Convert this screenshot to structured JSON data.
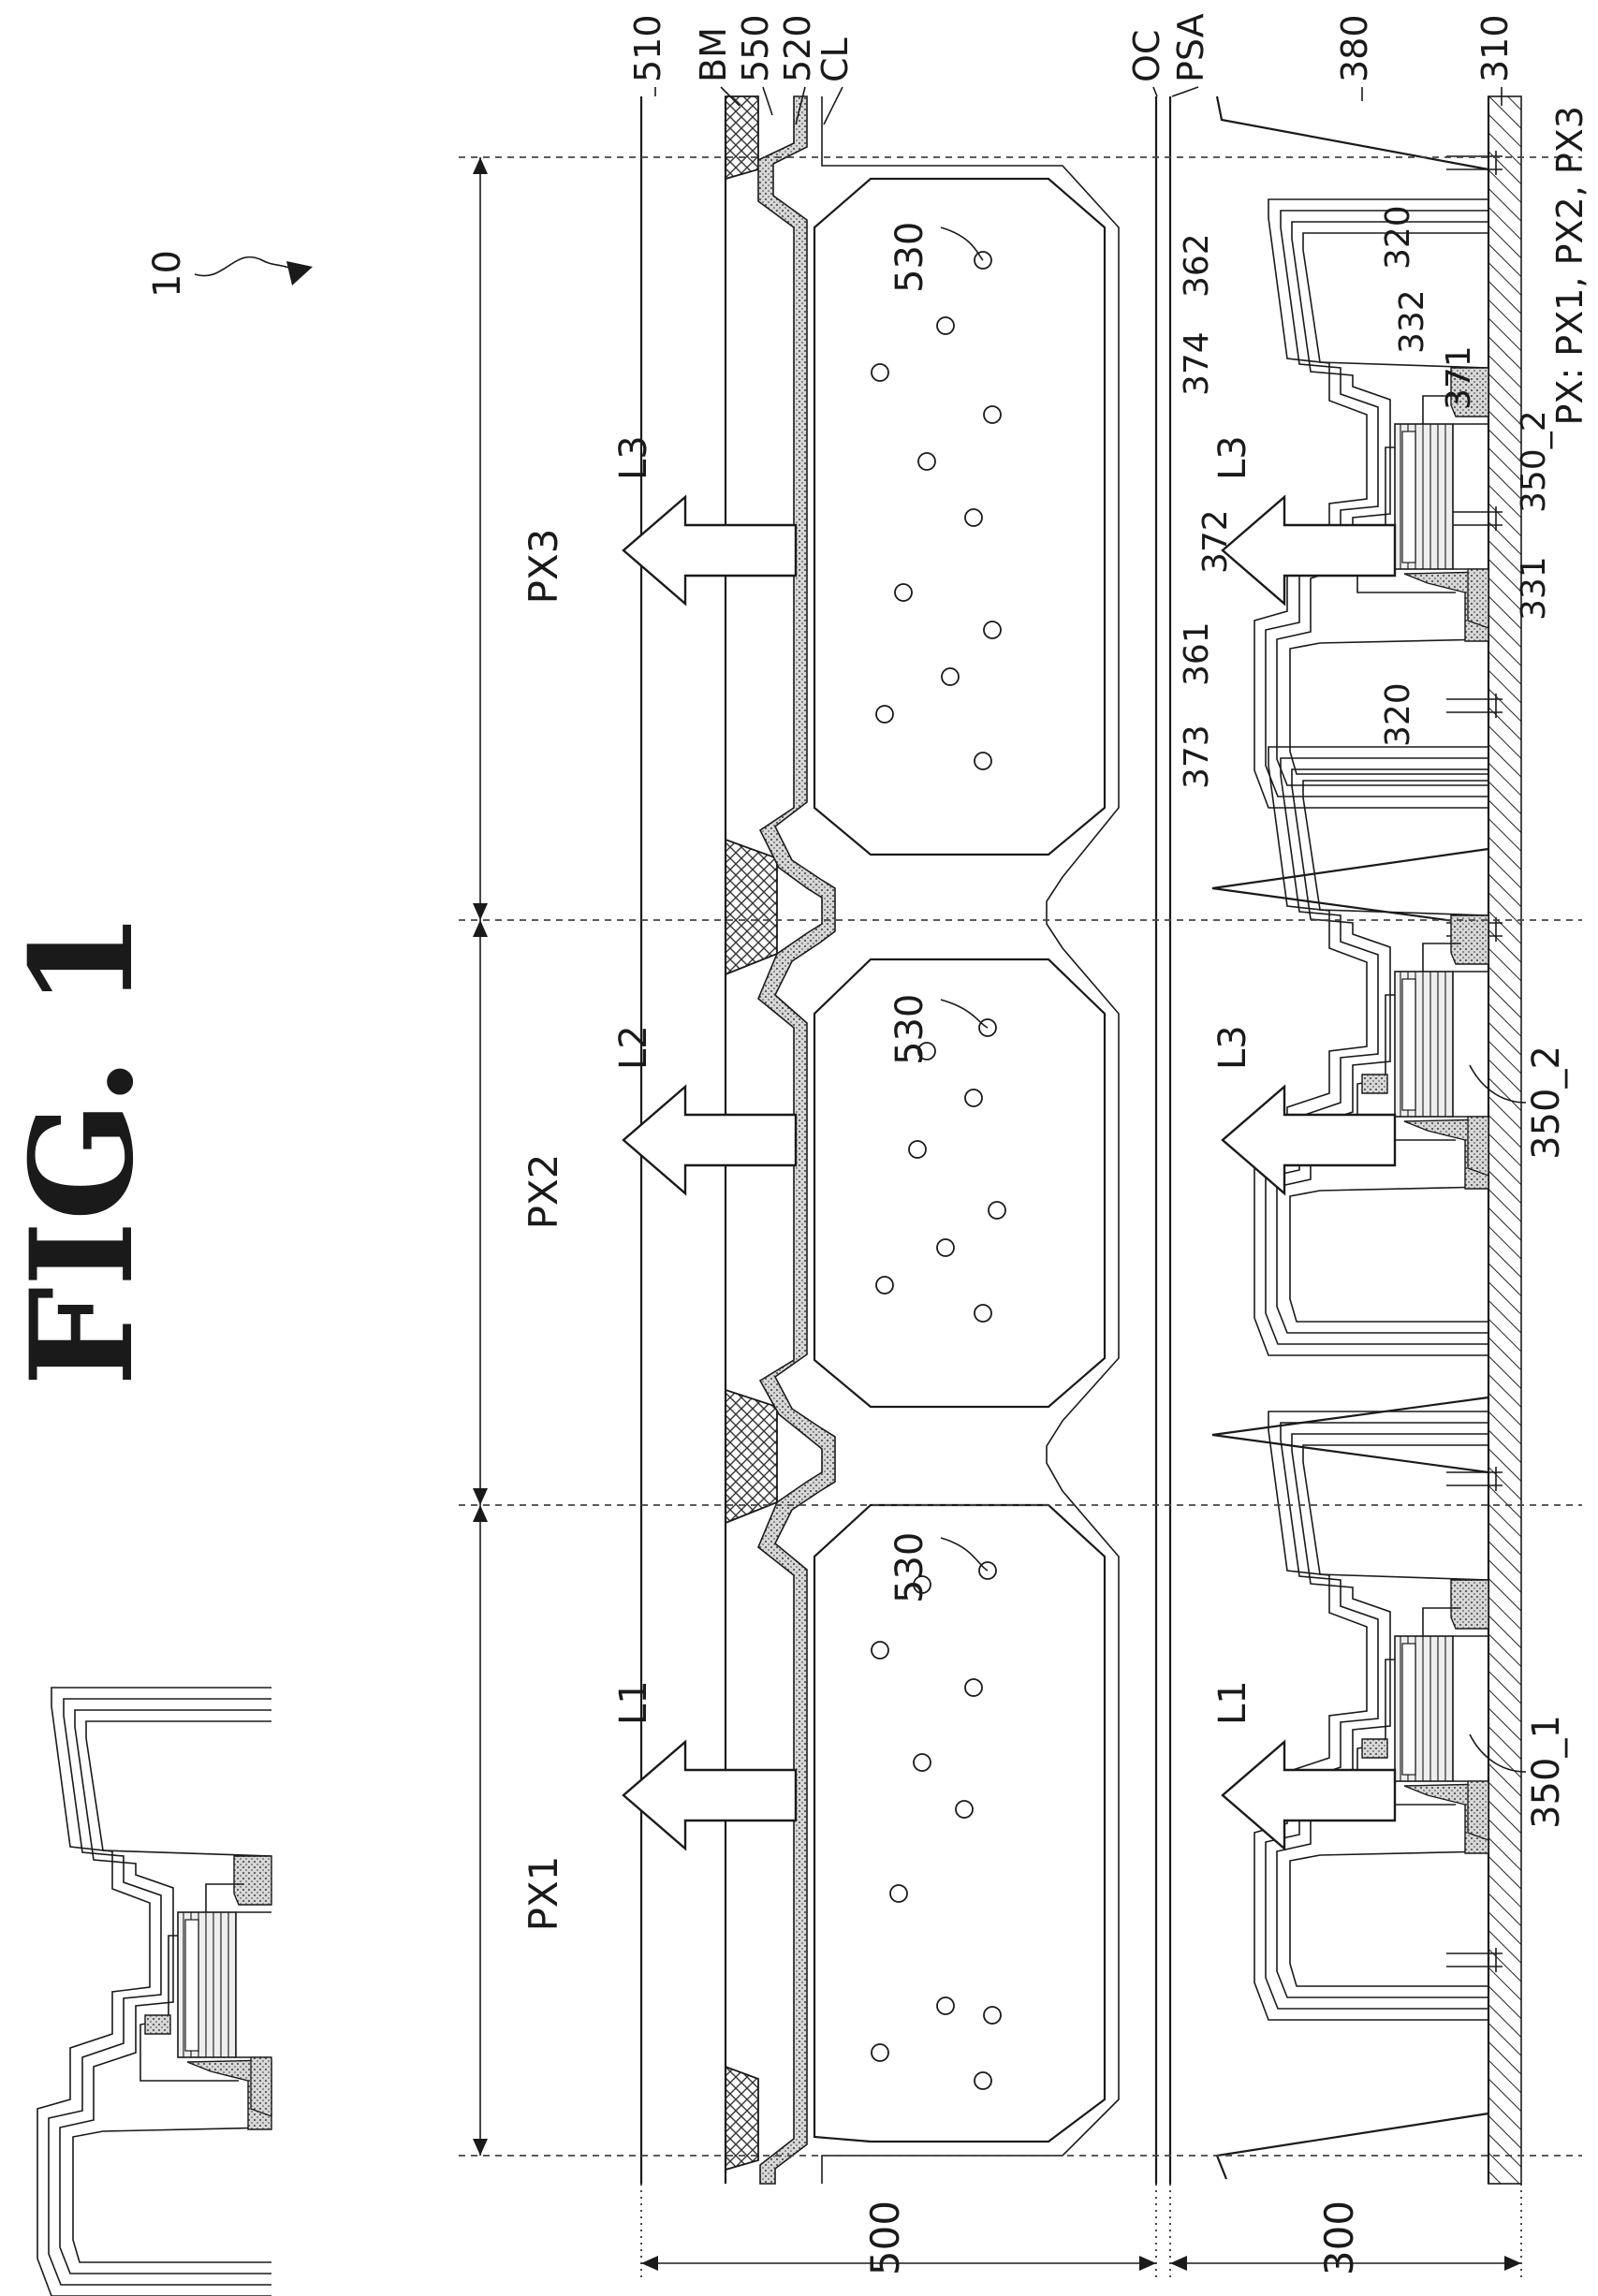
{
  "figure": {
    "title": "FIG. 1",
    "ref_device": "10",
    "legend_note": "PX: PX1, PX2, PX3"
  },
  "pixels": [
    {
      "id": "PX1",
      "upper_light": "L1",
      "lower_light": "L1",
      "emitter": "350_1"
    },
    {
      "id": "PX2",
      "upper_light": "L2",
      "lower_light": "L3",
      "emitter": "350_2"
    },
    {
      "id": "PX3",
      "upper_light": "L3",
      "lower_light": "L3",
      "emitter": "350_2"
    }
  ],
  "layer_labels": [
    "510",
    "BM",
    "550",
    "520",
    "CL",
    "OC",
    "PSA",
    "380",
    "310"
  ],
  "particle_label": "530",
  "stack_labels": {
    "upper": "500",
    "lower": "300"
  },
  "element_labels": [
    "362",
    "374",
    "320",
    "332",
    "371",
    "350_2",
    "372",
    "331",
    "361",
    "373",
    "320"
  ],
  "colors": {
    "line": "#1a1a1a",
    "bank": "#9a9a9a",
    "cl_fill": "#c8c8c8"
  }
}
